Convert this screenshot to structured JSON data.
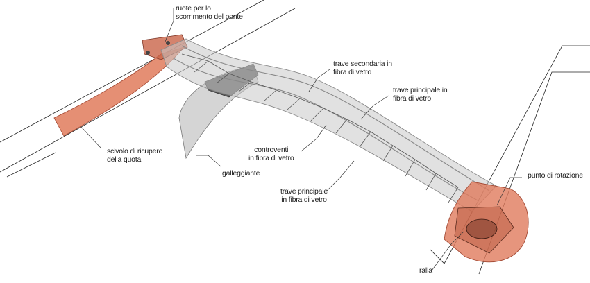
{
  "labels": {
    "ruote": "ruote per lo\nscorrimento del ponte",
    "scivolo": "scivolo di ricupero\ndella quota",
    "galleggiante": "galleggiante",
    "trave_secondaria": "trave secondaria in\nfibra di vetro",
    "trave_principale_top": "trave principale in\nfibra di vetro",
    "controventi": "controventi\nin fibra di vetro",
    "trave_principale_bottom": "trave principale\nin fibra di vetro",
    "punto_rotazione": "punto di rotazione",
    "ralla": "ralla"
  },
  "colors": {
    "ramp": "#e07b5c",
    "ramp_edge": "#a44a34",
    "deck": "#c9c9c9",
    "deck_edge": "#8a8a8a",
    "steel": "#555555",
    "float": "#b3b3b3",
    "leader": "#333333"
  }
}
